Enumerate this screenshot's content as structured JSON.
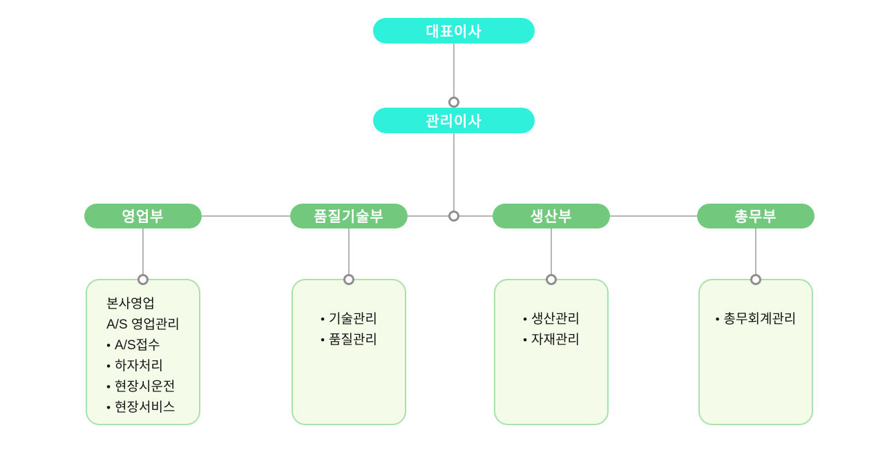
{
  "palette": {
    "executive_pill": "#2ff0da",
    "department_pill": "#72c97e",
    "box_background": "#f5fbe9",
    "box_border": "#a6e2aa",
    "connector_line": "#b4b4b4",
    "connector_ring": "#8e8e8e",
    "pill_text": "#ffffff",
    "body_text": "#141414"
  },
  "org": {
    "root": {
      "label": "대표이사"
    },
    "manager": {
      "label": "관리이사"
    },
    "departments": [
      {
        "label": "영업부",
        "items": [
          {
            "bullet": false,
            "text": "본사영업"
          },
          {
            "bullet": false,
            "text": "A/S 영업관리"
          },
          {
            "bullet": true,
            "text": "A/S접수"
          },
          {
            "bullet": true,
            "text": "하자처리"
          },
          {
            "bullet": true,
            "text": "현장시운전"
          },
          {
            "bullet": true,
            "text": "현장서비스"
          }
        ]
      },
      {
        "label": "품질기술부",
        "items": [
          {
            "bullet": true,
            "text": "기술관리"
          },
          {
            "bullet": true,
            "text": "품질관리"
          }
        ]
      },
      {
        "label": "생산부",
        "items": [
          {
            "bullet": true,
            "text": "생산관리"
          },
          {
            "bullet": true,
            "text": "자재관리"
          }
        ]
      },
      {
        "label": "총무부",
        "items": [
          {
            "bullet": true,
            "text": "총무회계관리"
          }
        ]
      }
    ]
  },
  "icons": {
    "bullet": "•"
  }
}
